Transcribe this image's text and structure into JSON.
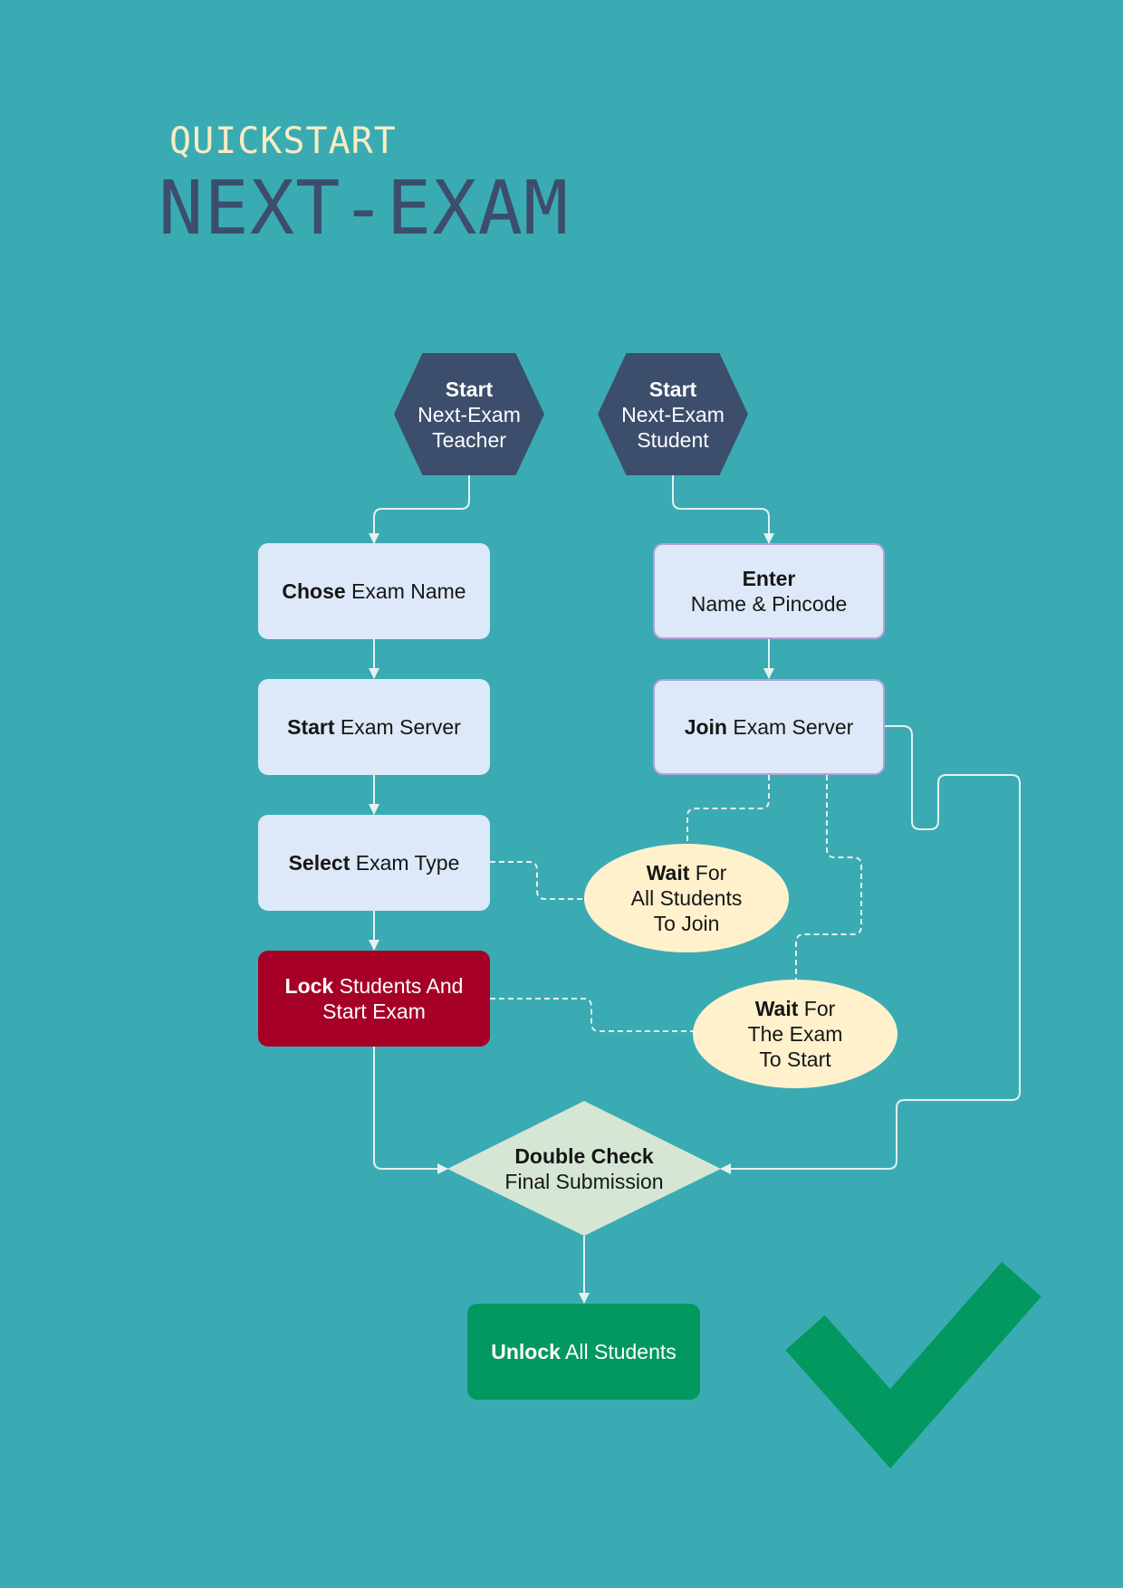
{
  "header": {
    "kicker": "QUICKSTART",
    "title": "NEXT-EXAM"
  },
  "colors": {
    "background": "#3aabb3",
    "hexagon": "#3c4e6c",
    "process_box": "#dde8f8",
    "wait_ellipse": "#fef1cc",
    "lock_box": "#a60027",
    "decision_diamond": "#d5e6d5",
    "unlock_box": "#02985f",
    "connector": "#e6f1f0",
    "checkmark": "#02985f"
  },
  "nodes": {
    "start_teacher": {
      "bold": "Start",
      "line2": "Next-Exam",
      "line3": "Teacher"
    },
    "start_student": {
      "bold": "Start",
      "line2": "Next-Exam",
      "line3": "Student"
    },
    "chose_exam_name": {
      "bold": "Chose",
      "rest": " Exam Name"
    },
    "start_exam_server": {
      "bold": "Start",
      "rest": " Exam Server"
    },
    "select_exam_type": {
      "bold": "Select",
      "rest": " Exam Type"
    },
    "lock_students": {
      "bold": "Lock",
      "rest": " Students And",
      "line2": "Start Exam"
    },
    "enter_name": {
      "bold": "Enter",
      "line2": "Name & Pincode"
    },
    "join_exam_server": {
      "bold": "Join",
      "rest": " Exam Server"
    },
    "wait_all_students": {
      "bold": "Wait",
      "rest": " For",
      "line2": "All Students",
      "line3": "To Join"
    },
    "wait_exam_start": {
      "bold": "Wait",
      "rest": " For",
      "line2": "The Exam",
      "line3": "To Start"
    },
    "double_check": {
      "bold": "Double Check",
      "line2": "Final Submission"
    },
    "unlock_students": {
      "bold": "Unlock",
      "rest": " All Students"
    }
  },
  "icons": {
    "decoration": "checkmark-icon"
  }
}
